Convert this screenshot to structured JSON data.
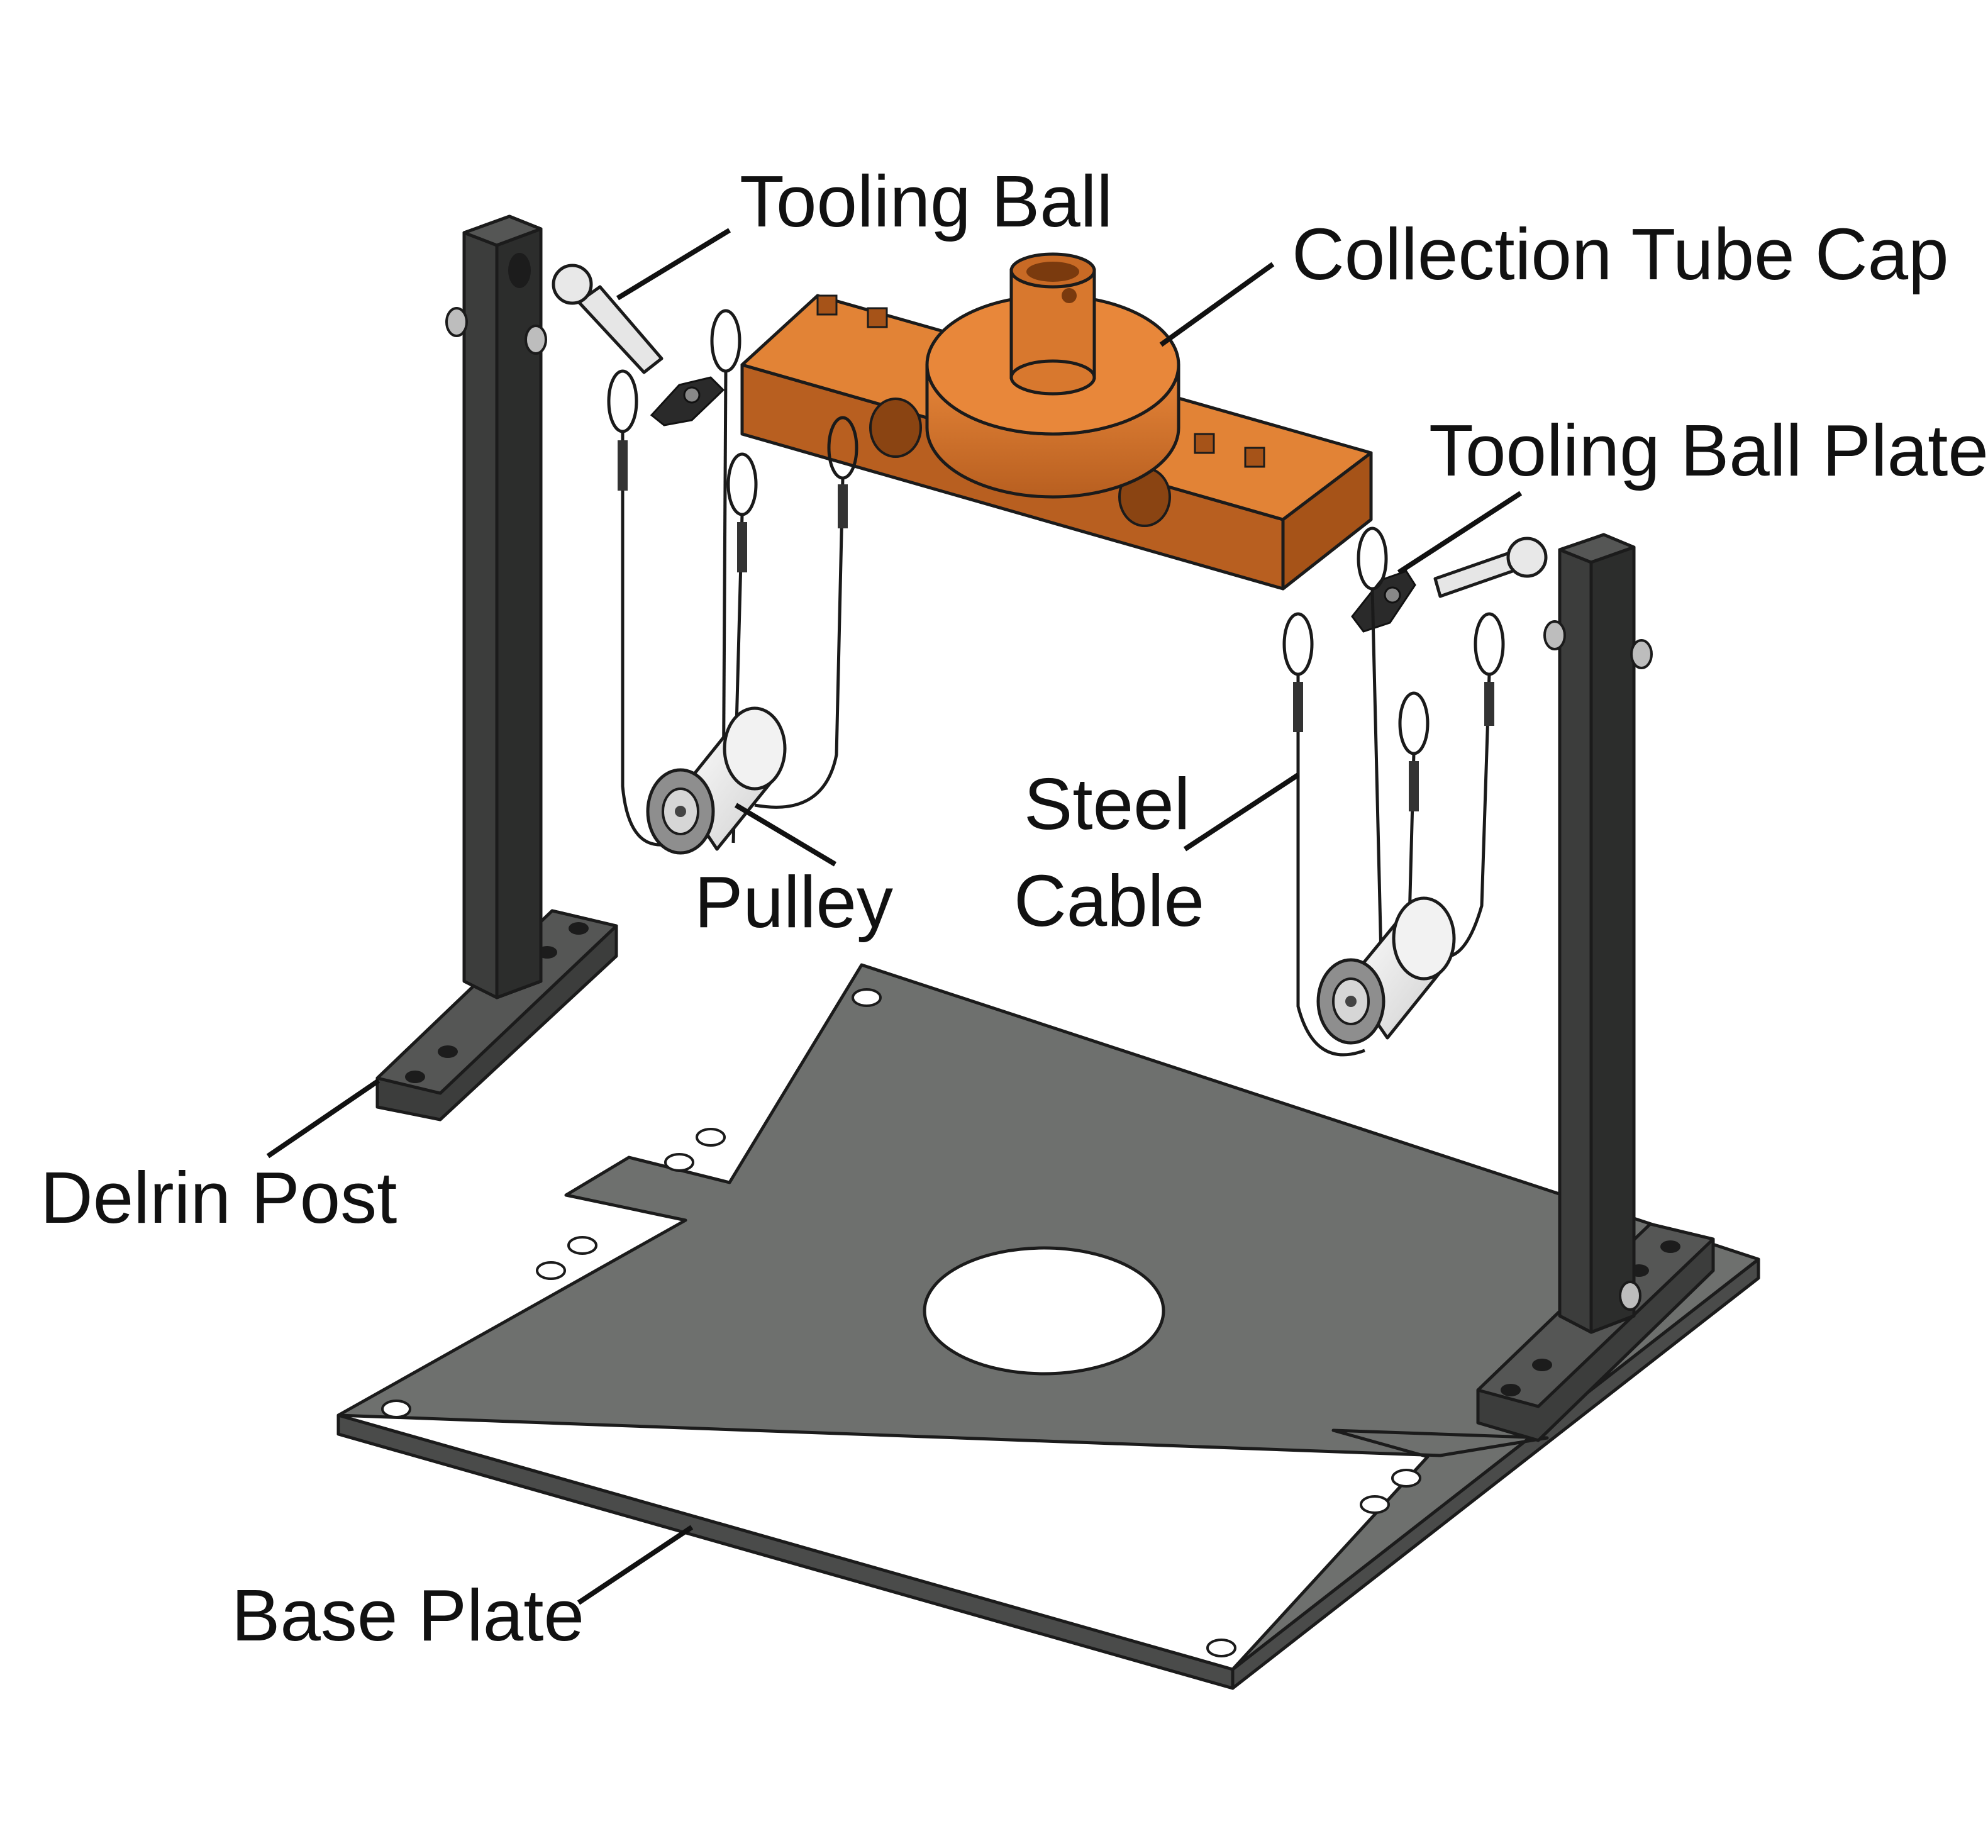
{
  "labels": {
    "tooling_ball": "Tooling Ball",
    "collection_tube_cap": "Collection Tube Cap",
    "tooling_ball_plate": "Tooling Ball Plate",
    "steel_cable_line1": "Steel",
    "steel_cable_line2": "Cable",
    "pulley": "Pulley",
    "delrin_post": "Delrin Post",
    "base_plate": "Base Plate"
  },
  "colors": {
    "base_plate": "#6e706e",
    "post": "#3c3d3c",
    "cap": "#d8782e",
    "pulley": "#e8e8e8",
    "cable": "#1a1a1a"
  }
}
